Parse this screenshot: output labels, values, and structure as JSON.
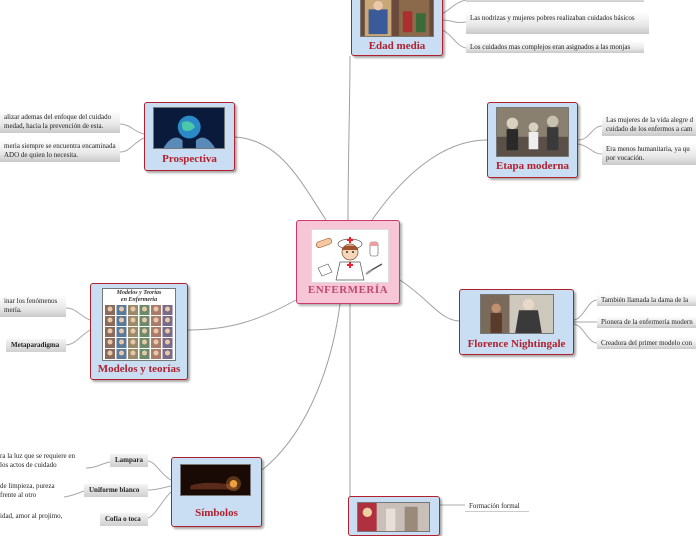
{
  "central": {
    "title": "ENFERMERÍA"
  },
  "branches": {
    "edad_media": {
      "title": "Edad media",
      "leaves": [
        "Las nodrizas y mujeres pobres realizaban cuidados básicos",
        "Los cuidados mas complejos eran asignados a las monjas"
      ]
    },
    "etapa_moderna": {
      "title": "Etapa moderna",
      "leaves": [
        "Las mujeres de la vida alegre d",
        "cuidado de los enfermos a cam",
        "Era menos humanitaria, ya qu",
        "por vocación."
      ]
    },
    "florence": {
      "title": "Florence Nightingale",
      "leaves": [
        "También llamada la dama de la",
        "Pionera de la enfermería modern",
        "Creadora del primer modelo con"
      ]
    },
    "prospectiva": {
      "title": "Prospectiva",
      "leaves": [
        "alizar ademas del enfoque del cuidado",
        "medad, hacia la prevención de esta.",
        "meria siempre se encuentra encaminada",
        "ADO de quien lo necesita."
      ]
    },
    "modelos": {
      "title": "Modelos y teorías",
      "image_caption_1": "Modelos y Teorias",
      "image_caption_2": "en Enfermeria",
      "leaves": [
        "inar los fenómenos",
        "mería."
      ],
      "sub_label": "Metaparadigma"
    },
    "simbolos": {
      "title": "Símbolos",
      "sub_labels": [
        "Lampara",
        "Uniforme blanco",
        "Cofia o toca"
      ],
      "leaves": [
        "ra la luz que se requiere en",
        "los actos de cuidado",
        "de limpieza, pureza",
        "frente al otro",
        "idad, amor al projimo,"
      ]
    },
    "bottom": {
      "leaves": [
        "Formación formal"
      ]
    }
  },
  "colors": {
    "node_bg": "#c9def2",
    "node_border": "#b2202e",
    "title": "#b2202e",
    "center_bg": "#f7c6d6",
    "link": "#8c8c8c"
  }
}
